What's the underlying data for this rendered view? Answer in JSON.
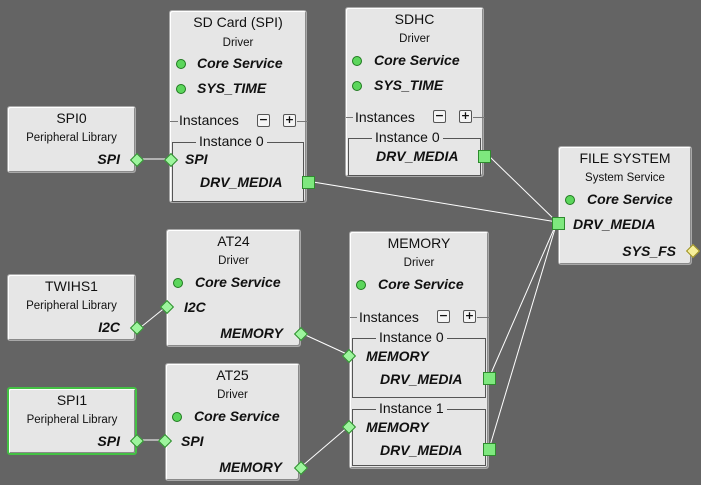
{
  "nodes": {
    "sdcard": {
      "title": "SD Card (SPI)",
      "subtitle": "Driver",
      "deps": [
        "Core Service",
        "SYS_TIME"
      ],
      "instances_label": "Instances",
      "instance0": {
        "label": "Instance 0",
        "port_spi": "SPI",
        "port_media": "DRV_MEDIA"
      }
    },
    "sdhc": {
      "title": "SDHC",
      "subtitle": "Driver",
      "deps": [
        "Core Service",
        "SYS_TIME"
      ],
      "instances_label": "Instances",
      "instance0": {
        "label": "Instance 0",
        "port_media": "DRV_MEDIA"
      }
    },
    "spi0": {
      "title": "SPI0",
      "subtitle": "Peripheral Library",
      "port": "SPI"
    },
    "filesystem": {
      "title": "FILE SYSTEM",
      "subtitle": "System Service",
      "deps": [
        "Core Service"
      ],
      "ports": [
        "DRV_MEDIA",
        "SYS_FS"
      ]
    },
    "at24": {
      "title": "AT24",
      "subtitle": "Driver",
      "deps": [
        "Core Service"
      ],
      "ports": [
        "I2C",
        "MEMORY"
      ]
    },
    "memory": {
      "title": "MEMORY",
      "subtitle": "Driver",
      "deps": [
        "Core Service"
      ],
      "instances_label": "Instances",
      "instance0": {
        "label": "Instance 0",
        "port_memory": "MEMORY",
        "port_media": "DRV_MEDIA"
      },
      "instance1": {
        "label": "Instance 1",
        "port_memory": "MEMORY",
        "port_media": "DRV_MEDIA"
      }
    },
    "twihs1": {
      "title": "TWIHS1",
      "subtitle": "Peripheral Library",
      "port": "I2C"
    },
    "at25": {
      "title": "AT25",
      "subtitle": "Driver",
      "deps": [
        "Core Service"
      ],
      "ports": [
        "SPI",
        "MEMORY"
      ]
    },
    "spi1": {
      "title": "SPI1",
      "subtitle": "Peripheral Library",
      "port": "SPI"
    }
  },
  "colors": {
    "canvas": "#646464",
    "node": "#e6e6e6",
    "satisfied": "#5cd65c",
    "wire": "#ffffff",
    "selected": "#44c044",
    "optional_port": "#f6ef9a"
  }
}
